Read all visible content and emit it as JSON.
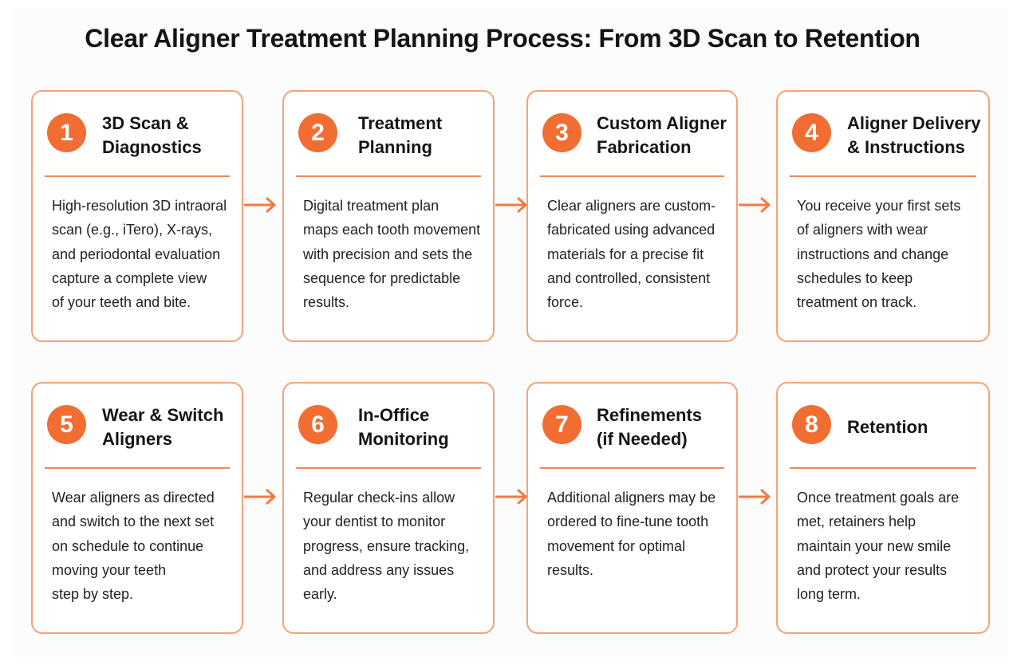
{
  "title": "Clear Aligner Treatment Planning Process: From 3D Scan to Retention",
  "colors": {
    "accent": "#f26d32",
    "border": "#f4a278",
    "rule": "#f0875a",
    "arrow": "#f27a45"
  },
  "steps": [
    {
      "number": "1",
      "title_lines": [
        "3D Scan &",
        "Diagnostics"
      ],
      "body_lines": [
        "High-resolution 3D intraoral",
        "scan (e.g., iTero), X-rays,",
        "and periodontal evaluation",
        "capture a complete view",
        "of your teeth and bite."
      ]
    },
    {
      "number": "2",
      "title_lines": [
        "Treatment",
        "Planning"
      ],
      "body_lines": [
        "Digital treatment plan",
        "maps each tooth movement",
        "with precision and sets the",
        "sequence for predictable",
        "results."
      ]
    },
    {
      "number": "3",
      "title_lines": [
        "Custom Aligner",
        "Fabrication"
      ],
      "body_lines": [
        "Clear aligners are custom-",
        "fabricated using advanced",
        "materials for a precise fit",
        "and controlled, consistent",
        "force."
      ]
    },
    {
      "number": "4",
      "title_lines": [
        "Aligner Delivery",
        "& Instructions"
      ],
      "body_lines": [
        "You receive your first sets",
        "of aligners with wear",
        "instructions and change",
        "schedules to keep",
        "treatment on track."
      ]
    },
    {
      "number": "5",
      "title_lines": [
        "Wear & Switch",
        "Aligners"
      ],
      "body_lines": [
        "Wear aligners as directed",
        "and switch to the next set",
        "on schedule to continue",
        "moving your teeth",
        "step by step."
      ]
    },
    {
      "number": "6",
      "title_lines": [
        "In-Office",
        "Monitoring"
      ],
      "body_lines": [
        "Regular check-ins allow",
        "your dentist to monitor",
        "progress, ensure tracking,",
        "and address any issues",
        "early."
      ]
    },
    {
      "number": "7",
      "title_lines": [
        "Refinements",
        "(if Needed)"
      ],
      "body_lines": [
        "Additional aligners may be",
        "ordered to fine-tune tooth",
        "movement for optimal",
        "results."
      ]
    },
    {
      "number": "8",
      "title_lines": [
        "Retention"
      ],
      "body_lines": [
        "Once treatment goals are",
        "met, retainers help",
        "maintain your new smile",
        "and protect your results",
        "long term."
      ]
    }
  ]
}
